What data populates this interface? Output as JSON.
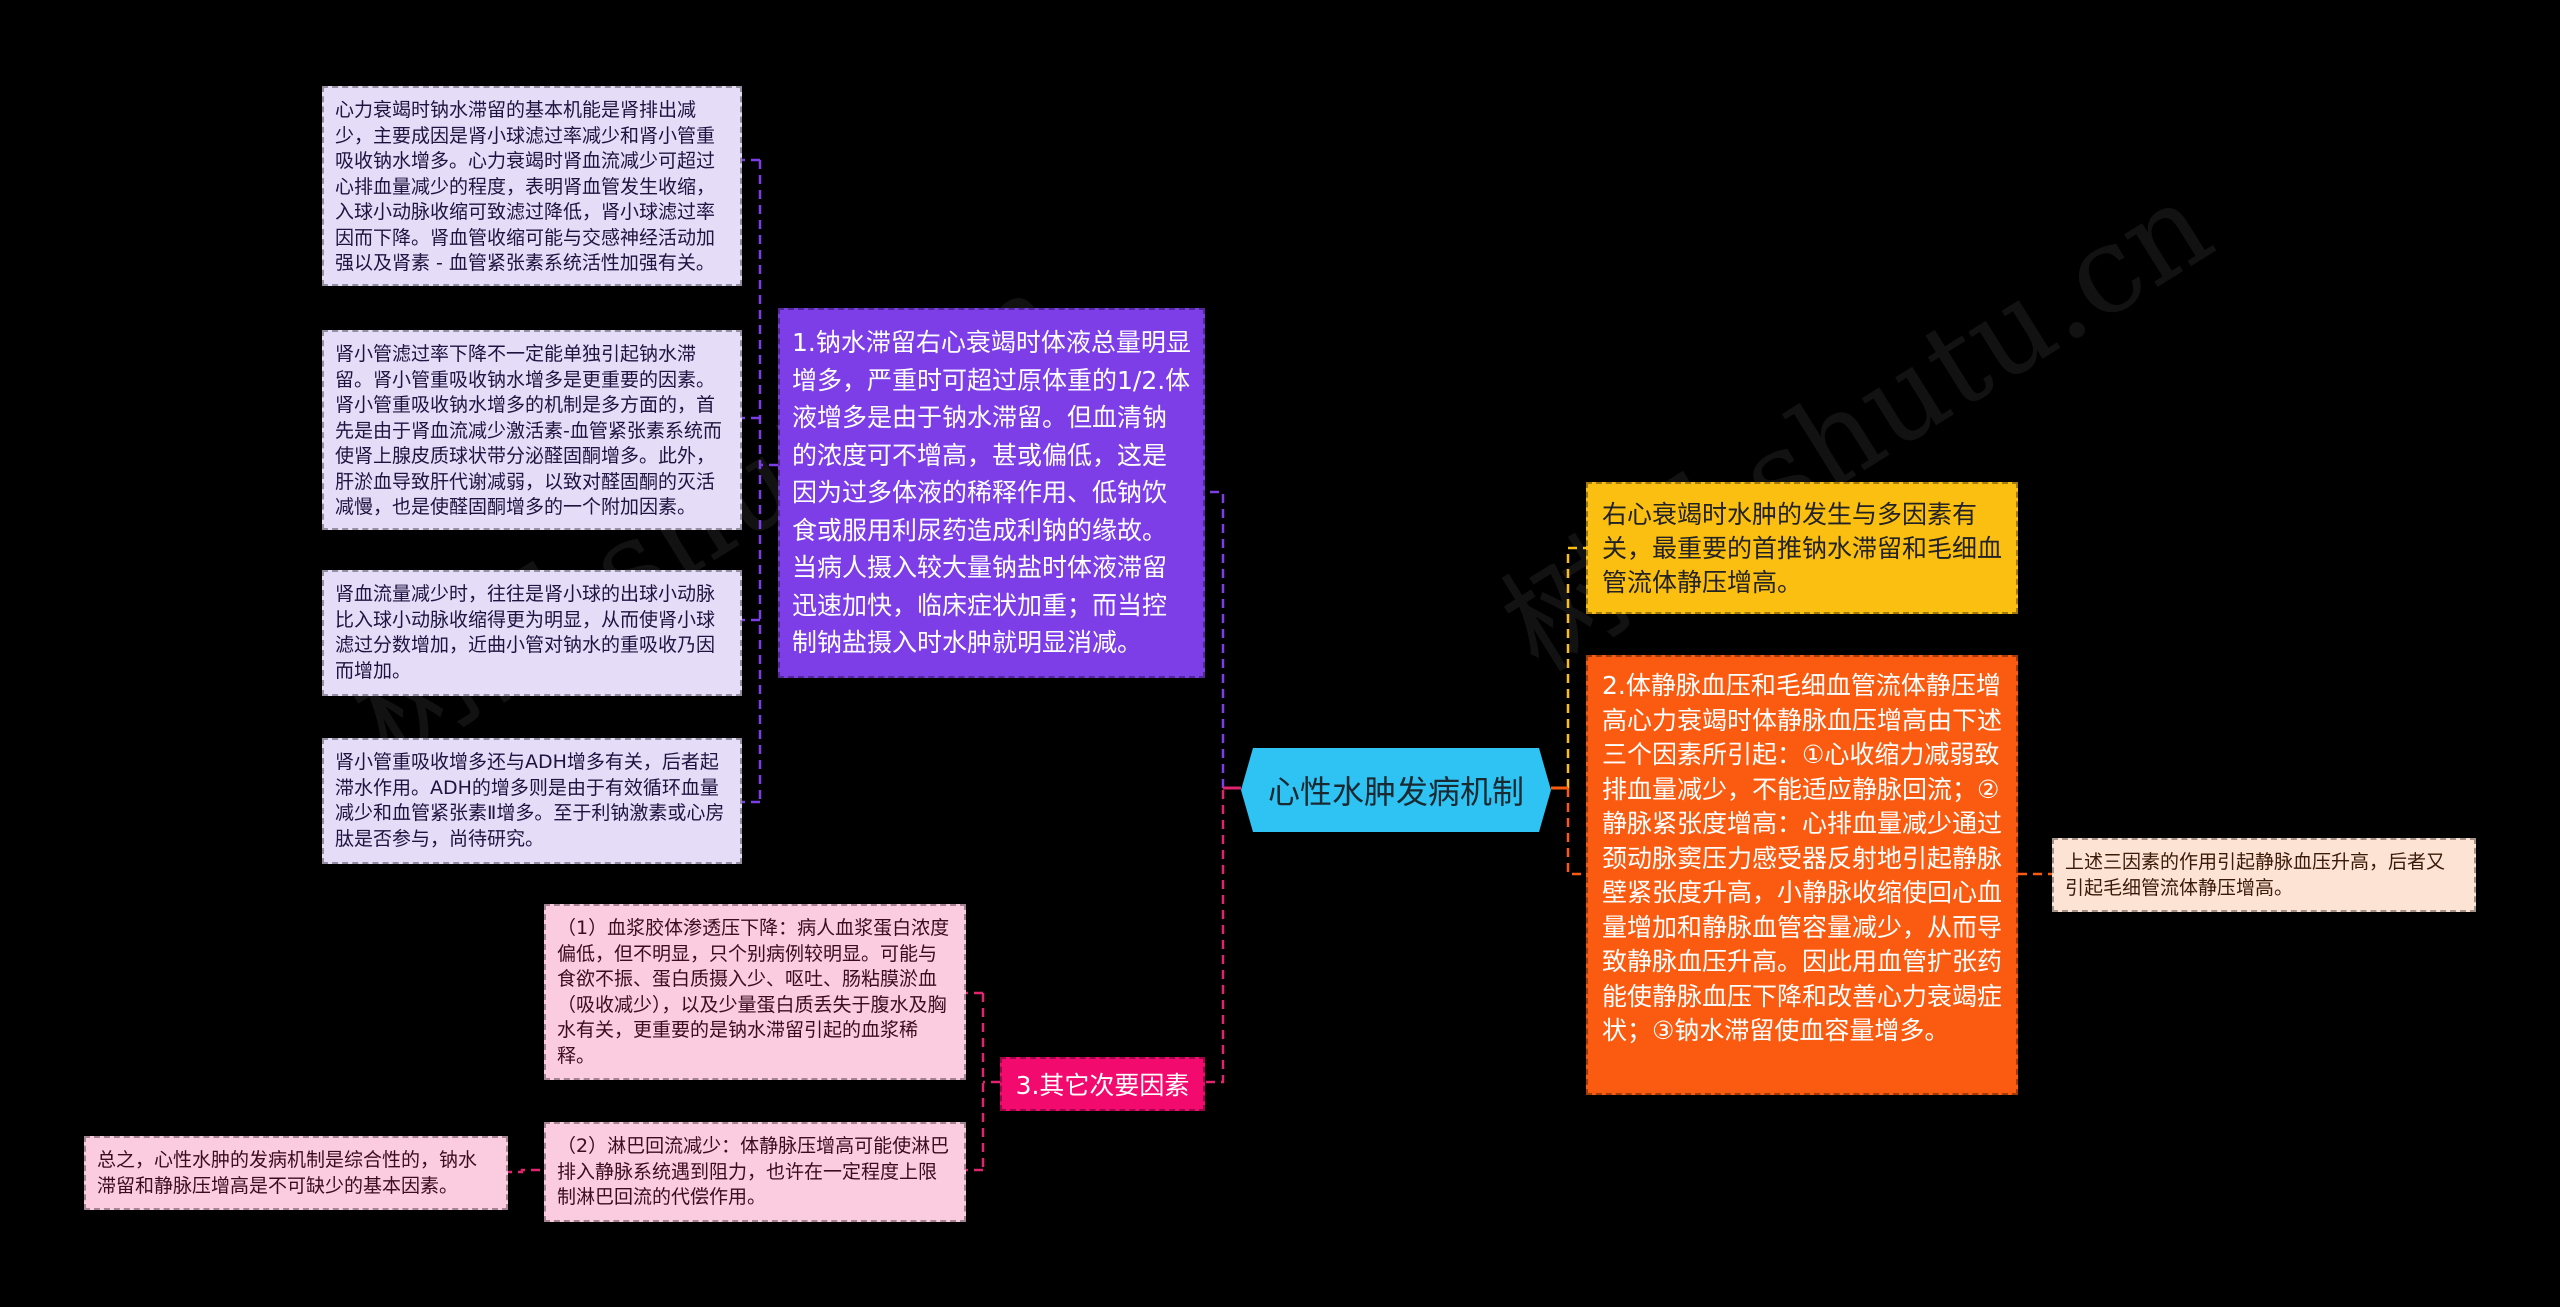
{
  "root": {
    "label": "心性水肿发病机制",
    "color": "#2ec3f2"
  },
  "branches": {
    "sodium": {
      "label": "1.钠水滞留右心衰竭时体液总量明显增多，严重时可超过原体重的1/2.体液增多是由于钠水滞留。但血清钠的浓度可不增高，甚或偏低，这是因为过多体液的稀释作用、低钠饮食或服用利尿药造成利钠的缘故。当病人摄入较大量钠盐时体液滞留迅速加快，临床症状加重；而当控制钠盐摄入时水肿就明显消减。",
      "color": "#7d3ee8",
      "children": [
        "心力衰竭时钠水滞留的基本机能是肾排出减少，主要成因是肾小球滤过率减少和肾小管重吸收钠水增多。心力衰竭时肾血流减少可超过心排血量减少的程度，表明肾血管发生收缩，入球小动脉收缩可致滤过降低，肾小球滤过率因而下降。肾血管收缩可能与交感神经活动加强以及肾素 - 血管紧张素系统活性加强有关。",
        "肾小管滤过率下降不一定能单独引起钠水滞留。肾小管重吸收钠水增多是更重要的因素。肾小管重吸收钠水增多的机制是多方面的，首先是由于肾血流减少激活素-血管紧张素系统而使肾上腺皮质球状带分泌醛固酮增多。此外，肝淤血导致肝代谢减弱，以致对醛固酮的灭活减慢，也是使醛固酮增多的一个附加因素。",
        "肾血流量减少时，往往是肾小球的出球小动脉比入球小动脉收缩得更为明显，从而使肾小球滤过分数增加，近曲小管对钠水的重吸收乃因而增加。",
        "肾小管重吸收增多还与ADH增多有关，后者起滞水作用。ADH的增多则是由于有效循环血量减少和血管紧张素Ⅱ增多。至于利钠激素或心房肽是否参与，尚待研究。"
      ]
    },
    "secondary": {
      "label": "3.其它次要因素",
      "color": "#f20a6e",
      "children": [
        "（1）血浆胶体渗透压下降：病人血浆蛋白浓度偏低，但不明显，只个别病例较明显。可能与食欲不振、蛋白质摄入少、呕吐、肠粘膜淤血（吸收减少），以及少量蛋白质丢失于腹水及胸水有关，更重要的是钠水滞留引起的血浆稀释。",
        "（2）淋巴回流减少：体静脉压增高可能使淋巴排入静脉系统遇到阻力，也许在一定程度上限制淋巴回流的代偿作用。"
      ],
      "grandchild": "总之，心性水肿的发病机制是综合性的，钠水滞留和静脉压增高是不可缺少的基本因素。"
    },
    "intro": {
      "label": "右心衰竭时水肿的发生与多因素有关，最重要的首推钠水滞留和毛细血管流体静压增高。",
      "color": "#fbbf12"
    },
    "venous": {
      "label": "2.体静脉血压和毛细血管流体静压增高心力衰竭时体静脉血压增高由下述三个因素所引起：①心收缩力减弱致排血量减少，不能适应静脉回流；②静脉紧张度增高：心排血量减少通过颈动脉窦压力感受器反射地引起静脉壁紧张度升高，小静脉收缩使回心血量增加和静脉血管容量减少，从而导致静脉血压升高。因此用血管扩张药能使静脉血压下降和改善心力衰竭症状；③钠水滞留使血容量增多。",
      "color": "#fb5b10",
      "child": "上述三因素的作用引起静脉血压升高，后者又引起毛细管流体静压增高。"
    }
  },
  "watermark": "树图 shutu.cn"
}
